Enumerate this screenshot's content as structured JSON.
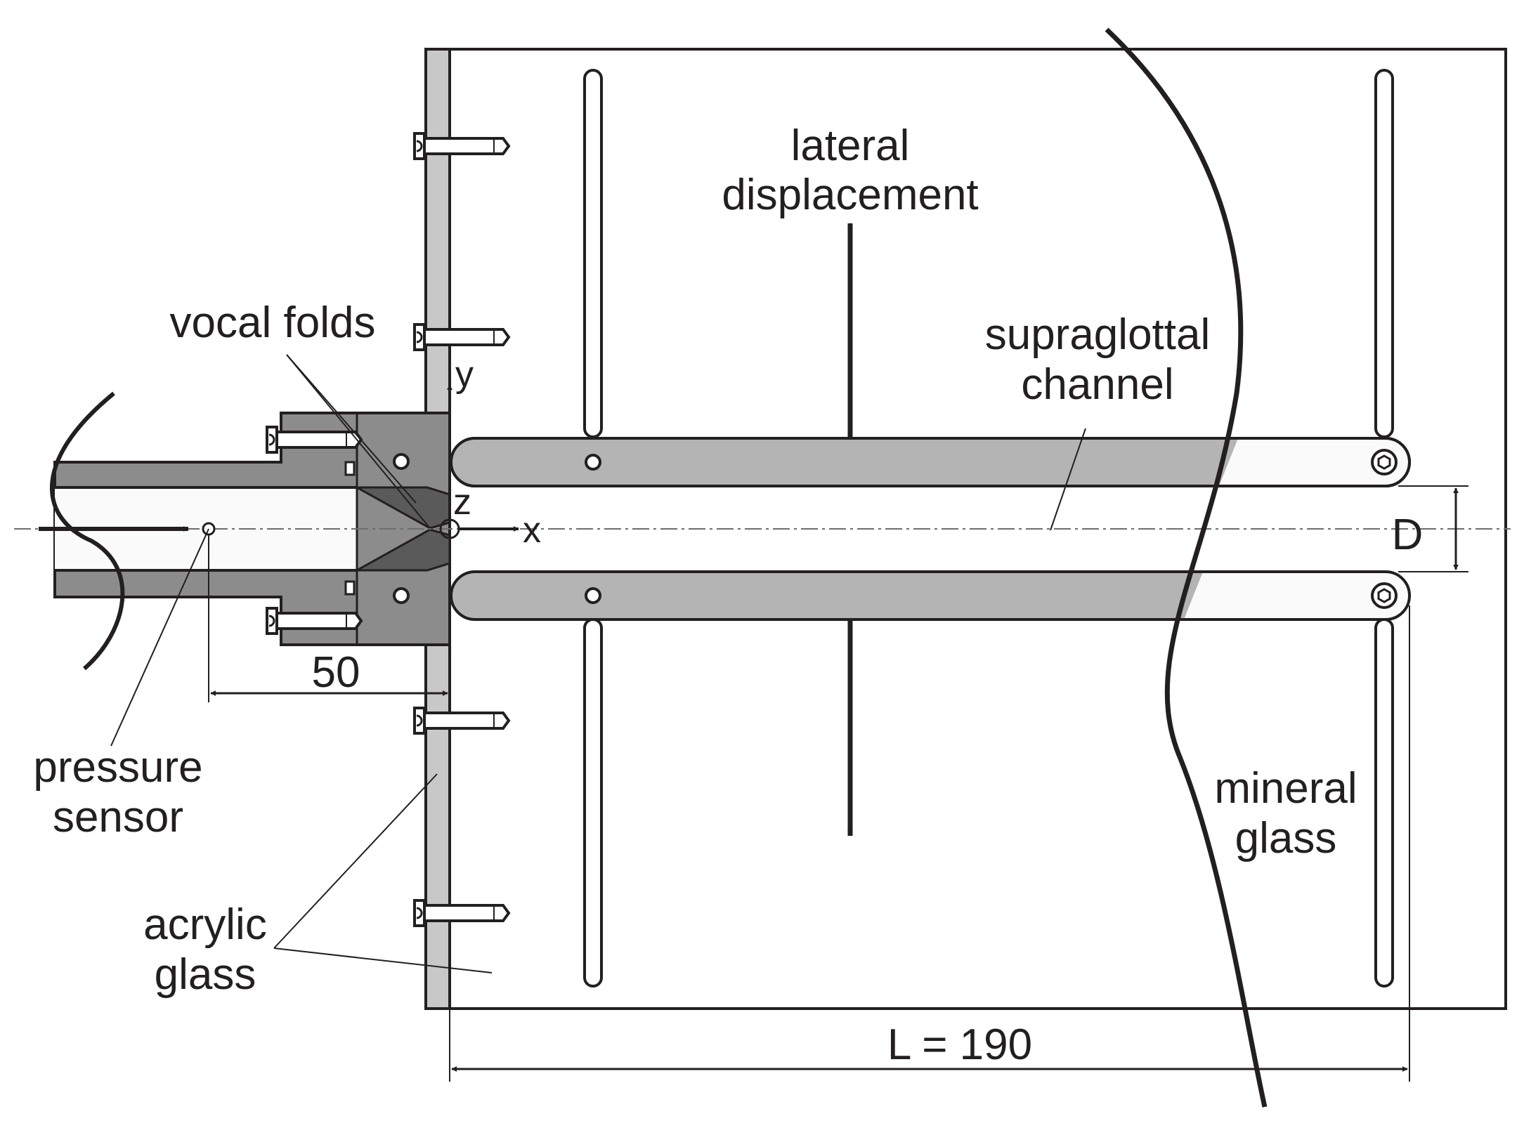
{
  "labels": {
    "lateral_line1": "lateral",
    "lateral_line2": "displacement",
    "vocal_folds": "vocal folds",
    "supraglottal_line1": "supraglottal",
    "supraglottal_line2": "channel",
    "pressure_line1": "pressure",
    "pressure_line2": "sensor",
    "acrylic_line1": "acrylic",
    "acrylic_line2": "glass",
    "mineral_line1": "mineral",
    "mineral_line2": "glass"
  },
  "axes": {
    "x": "x",
    "y": "y",
    "z": "z"
  },
  "dimensions": {
    "sensor_distance": "50",
    "channel_gap": "D",
    "channel_length": "L = 190"
  },
  "colors": {
    "line": "#231f20",
    "dark_gray": "#5a5a5a",
    "mid_gray": "#8c8c8c",
    "light_gray": "#b4b4b4",
    "channel_fill": "#fafafa"
  }
}
